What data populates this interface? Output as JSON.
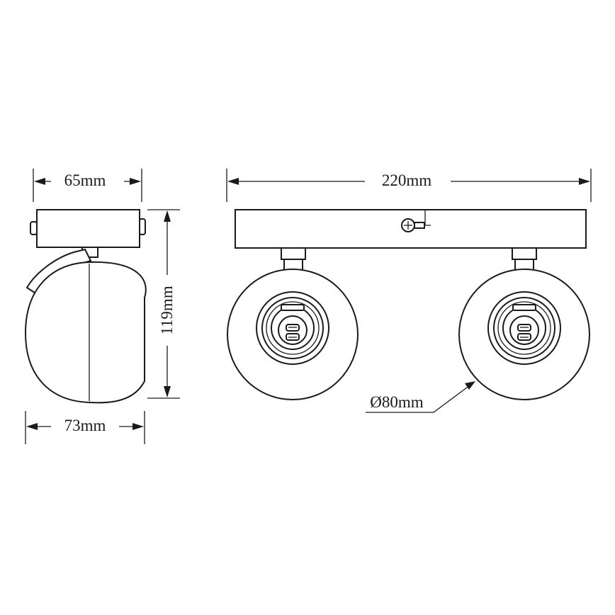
{
  "dimensions": {
    "side_base_width": "65mm",
    "side_head_width": "73mm",
    "height": "119mm",
    "front_length": "220mm",
    "head_diameter": "Ø80mm"
  },
  "colors": {
    "line": "#1a1a1a",
    "background": "#ffffff"
  }
}
